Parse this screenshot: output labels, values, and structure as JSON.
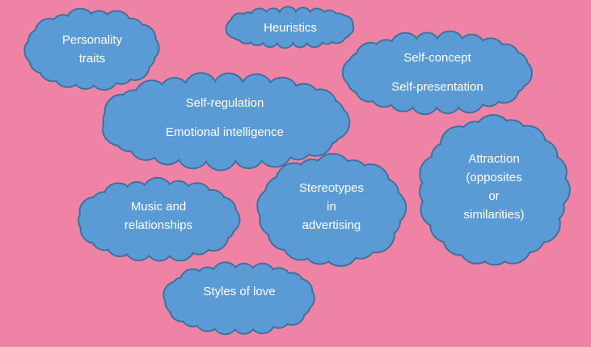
{
  "clouds": {
    "personality": {
      "lines": [
        "Personality",
        "traits"
      ]
    },
    "heuristics": {
      "lines": [
        "Heuristics"
      ]
    },
    "self_concept": {
      "lines": [
        "Self-concept",
        "Self-presentation"
      ]
    },
    "self_regulation": {
      "lines": [
        "Self-regulation",
        "Emotional intelligence"
      ]
    },
    "attraction": {
      "lines": [
        "Attraction",
        "(opposites",
        "or",
        "similarities)"
      ]
    },
    "music": {
      "lines": [
        "Music and",
        "relationships"
      ]
    },
    "stereotypes": {
      "lines": [
        "Stereotypes",
        "in",
        "advertising"
      ]
    },
    "styles_of_love": {
      "lines": [
        "Styles of love"
      ]
    }
  },
  "colors": {
    "background": "#ee83a6",
    "cloud_fill": "#5b9bd5",
    "cloud_stroke": "#41719c",
    "text": "#ffffff"
  }
}
